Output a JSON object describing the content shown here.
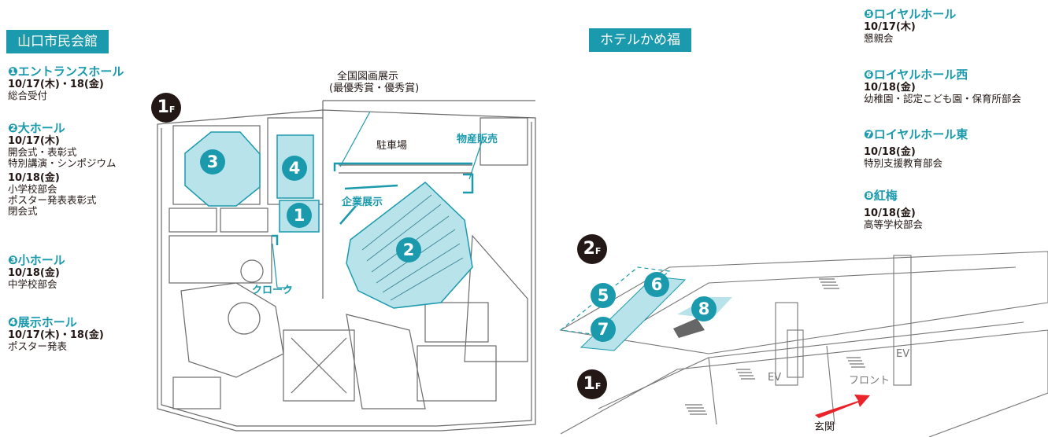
{
  "left_venue": {
    "name": "山口市民会館",
    "floor": "1",
    "floor_suffix": "F",
    "rooms": [
      {
        "num": "1",
        "title": "❶エントランスホール",
        "sessions": [
          {
            "date": "10/17(木)・18(金)",
            "lines": [
              "総合受付"
            ]
          }
        ]
      },
      {
        "num": "2",
        "title": "❷大ホール",
        "sessions": [
          {
            "date": "10/17(木)",
            "lines": [
              "開会式・表彰式",
              "特別講演・シンポジウム"
            ]
          },
          {
            "date": "10/18(金)",
            "lines": [
              "小学校部会",
              "ポスター発表表彰式",
              "閉会式"
            ]
          }
        ]
      },
      {
        "num": "3",
        "title": "❸小ホール",
        "sessions": [
          {
            "date": "10/18(金)",
            "lines": [
              "中学校部会"
            ]
          }
        ]
      },
      {
        "num": "4",
        "title": "❹展示ホール",
        "sessions": [
          {
            "date": "10/17(木)・18(金)",
            "lines": [
              "ポスター発表"
            ]
          }
        ]
      }
    ],
    "map_labels": {
      "exhibit_line1": "全国図画展示",
      "exhibit_line2": "(最優秀賞・優秀賞)",
      "parking": "駐車場",
      "products": "物産販売",
      "corporate": "企業展示",
      "cloak": "クローク"
    }
  },
  "right_venue": {
    "name": "ホテルかめ福",
    "floor_top": "2",
    "floor_bottom": "1",
    "floor_suffix": "F",
    "rooms": [
      {
        "title": "❺ロイヤルホール",
        "date": "10/17(木)",
        "lines": [
          "懇親会"
        ]
      },
      {
        "title": "❻ロイヤルホール西",
        "date": "10/18(金)",
        "lines": [
          "幼稚園・認定こども園・保育所部会"
        ]
      },
      {
        "title": "❼ロイヤルホール東",
        "date": "10/18(金)",
        "lines": [
          "特別支援教育部会"
        ]
      },
      {
        "title": "❽紅梅",
        "date": "10/18(金)",
        "lines": [
          "高等学校部会"
        ]
      }
    ],
    "map_labels": {
      "ev1": "EV",
      "ev2": "EV",
      "front": "フロント",
      "entrance": "玄関"
    },
    "numbers": [
      "5",
      "6",
      "7",
      "8"
    ]
  },
  "colors": {
    "accent": "#1a9aac",
    "highlight": "#b9e3ea",
    "ink": "#231815"
  }
}
